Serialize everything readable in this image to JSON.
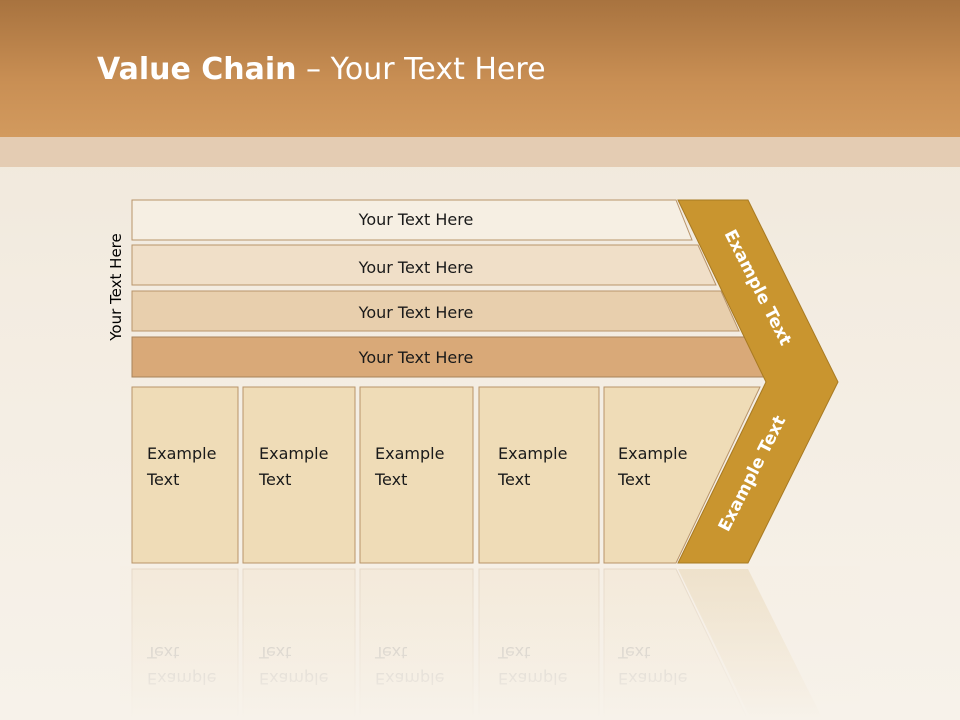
{
  "title": {
    "bold": "Value Chain",
    "rest": " – Your Text Here"
  },
  "side_label": "Your Text Here",
  "bars": [
    {
      "label": "Your Text Here"
    },
    {
      "label": "Your Text Here"
    },
    {
      "label": "Your Text Here"
    },
    {
      "label": "Your Text Here"
    }
  ],
  "columns": [
    {
      "line1": "Example",
      "line2": "Text"
    },
    {
      "line1": "Example",
      "line2": "Text"
    },
    {
      "line1": "Example",
      "line2": "Text"
    },
    {
      "line1": "Example",
      "line2": "Text"
    },
    {
      "line1": "Example",
      "line2": "Text"
    }
  ],
  "chevron": {
    "top_label": "Example Text",
    "bottom_label": "Example Text"
  },
  "colors": {
    "title_bar": "#c98f54",
    "chevron": "#c9952f",
    "bar_1": "#f6efe3",
    "bar_2": "#f0dfc8",
    "bar_3": "#e8cfad",
    "bar_4": "#d9a978",
    "column": "#efdcb7"
  }
}
